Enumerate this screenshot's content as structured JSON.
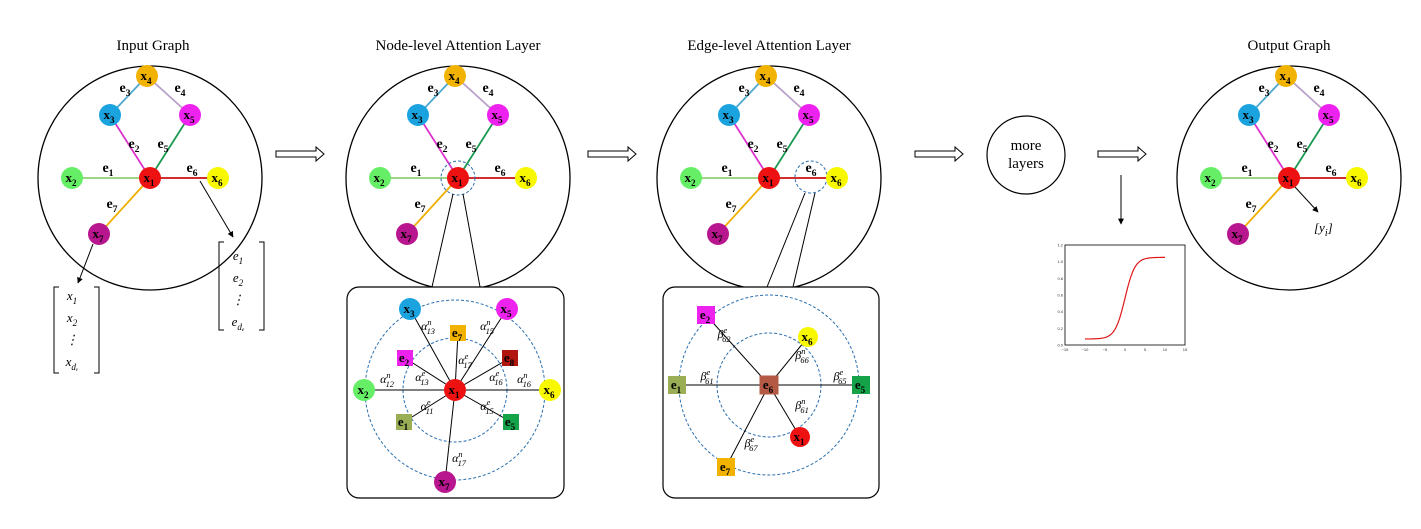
{
  "titles": {
    "input": "Input Graph",
    "node_attention": "Node-level Attention Layer",
    "edge_attention": "Edge-level Attention Layer",
    "output": "Output Graph"
  },
  "more_layers": [
    "more",
    "layers"
  ],
  "output_label": "[y",
  "output_label_sub": "i",
  "output_label_close": "]",
  "colors": {
    "x1": "#ee1111",
    "x2": "#66ee66",
    "x3": "#1ba3e0",
    "x4": "#f2b200",
    "x5": "#ee22ee",
    "x6": "#f8f800",
    "x7": "#b8168f",
    "e1": "#9aae55",
    "e2": "#ee22ee",
    "e5": "#15a34a",
    "e6": "#b45a44",
    "e7": "#f2b200",
    "e8": "#b0150e",
    "edge_e1": "#8fcf6f",
    "edge_e2": "#dd33cc",
    "edge_e3": "#4fa8d0",
    "edge_e4": "#b8a0c8",
    "edge_e5": "#1a9a50",
    "edge_e6": "#cc1111",
    "edge_e7": "#f0b000",
    "dashed": "#2b6fb0"
  },
  "graph": {
    "nodes": [
      {
        "id": "x4",
        "base": "x",
        "sub": "4"
      },
      {
        "id": "x3",
        "base": "x",
        "sub": "3"
      },
      {
        "id": "x5",
        "base": "x",
        "sub": "5"
      },
      {
        "id": "x2",
        "base": "x",
        "sub": "2"
      },
      {
        "id": "x1",
        "base": "x",
        "sub": "1"
      },
      {
        "id": "x6",
        "base": "x",
        "sub": "6"
      },
      {
        "id": "x7",
        "base": "x",
        "sub": "7"
      }
    ],
    "edges": [
      {
        "id": "e3",
        "base": "e",
        "sub": "3"
      },
      {
        "id": "e4",
        "base": "e",
        "sub": "4"
      },
      {
        "id": "e2",
        "base": "e",
        "sub": "2"
      },
      {
        "id": "e5",
        "base": "e",
        "sub": "5"
      },
      {
        "id": "e1",
        "base": "e",
        "sub": "1"
      },
      {
        "id": "e6",
        "base": "e",
        "sub": "6"
      },
      {
        "id": "e7",
        "base": "e",
        "sub": "7"
      }
    ]
  },
  "node_vector": {
    "entries": [
      {
        "base": "x",
        "sub": "1"
      },
      {
        "base": "x",
        "sub": "2"
      },
      {
        "base": "⋮",
        "sub": ""
      },
      {
        "base": "x",
        "sub": "dᵥ"
      }
    ]
  },
  "edge_vector": {
    "entries": [
      {
        "base": "e",
        "sub": "1"
      },
      {
        "base": "e",
        "sub": "2"
      },
      {
        "base": "⋮",
        "sub": ""
      },
      {
        "base": "e",
        "sub": "dₑ"
      }
    ]
  },
  "node_zoom": {
    "nodes": [
      {
        "id": "x3",
        "base": "x",
        "sub": "3"
      },
      {
        "id": "x5",
        "base": "x",
        "sub": "5"
      },
      {
        "id": "x2",
        "base": "x",
        "sub": "2"
      },
      {
        "id": "x6",
        "base": "x",
        "sub": "6"
      },
      {
        "id": "x7",
        "base": "x",
        "sub": "7"
      },
      {
        "id": "x1",
        "base": "x",
        "sub": "1"
      }
    ],
    "edges": [
      {
        "id": "e7",
        "base": "e",
        "sub": "7"
      },
      {
        "id": "e2",
        "base": "e",
        "sub": "2"
      },
      {
        "id": "e8",
        "base": "e",
        "sub": "8"
      },
      {
        "id": "e1",
        "base": "e",
        "sub": "1"
      },
      {
        "id": "e5",
        "base": "e",
        "sub": "5"
      }
    ],
    "coefficients": [
      {
        "sym": "α",
        "sup": "n",
        "sub": "13"
      },
      {
        "sym": "α",
        "sup": "n",
        "sub": "15"
      },
      {
        "sym": "α",
        "sup": "e",
        "sub": "17"
      },
      {
        "sym": "α",
        "sup": "e",
        "sub": "13"
      },
      {
        "sym": "α",
        "sup": "e",
        "sub": "16"
      },
      {
        "sym": "α",
        "sup": "n",
        "sub": "12"
      },
      {
        "sym": "α",
        "sup": "n",
        "sub": "16"
      },
      {
        "sym": "α",
        "sup": "e",
        "sub": "11"
      },
      {
        "sym": "α",
        "sup": "e",
        "sub": "15"
      },
      {
        "sym": "α",
        "sup": "n",
        "sub": "17"
      }
    ]
  },
  "edge_zoom": {
    "nodes": [
      {
        "id": "x6",
        "base": "x",
        "sub": "6"
      },
      {
        "id": "x1",
        "base": "x",
        "sub": "1"
      }
    ],
    "edges": [
      {
        "id": "e2",
        "base": "e",
        "sub": "2"
      },
      {
        "id": "e1",
        "base": "e",
        "sub": "1"
      },
      {
        "id": "e6",
        "base": "e",
        "sub": "6"
      },
      {
        "id": "e5",
        "base": "e",
        "sub": "5"
      },
      {
        "id": "e7",
        "base": "e",
        "sub": "7"
      }
    ],
    "coefficients": [
      {
        "sym": "β",
        "sup": "e",
        "sub": "62"
      },
      {
        "sym": "β",
        "sup": "n",
        "sub": "66"
      },
      {
        "sym": "β",
        "sup": "e",
        "sub": "61"
      },
      {
        "sym": "β",
        "sup": "e",
        "sub": "65"
      },
      {
        "sym": "β",
        "sup": "n",
        "sub": "61"
      },
      {
        "sym": "β",
        "sup": "e",
        "sub": "67"
      }
    ]
  },
  "sigmoid_plot": {
    "x_ticks": [
      "−15",
      "−10",
      "−5",
      "0",
      "5",
      "10",
      "15"
    ],
    "y_ticks": [
      "0.0",
      "0.2",
      "0.4",
      "0.6",
      "0.8",
      "1.0",
      "1.2"
    ]
  }
}
